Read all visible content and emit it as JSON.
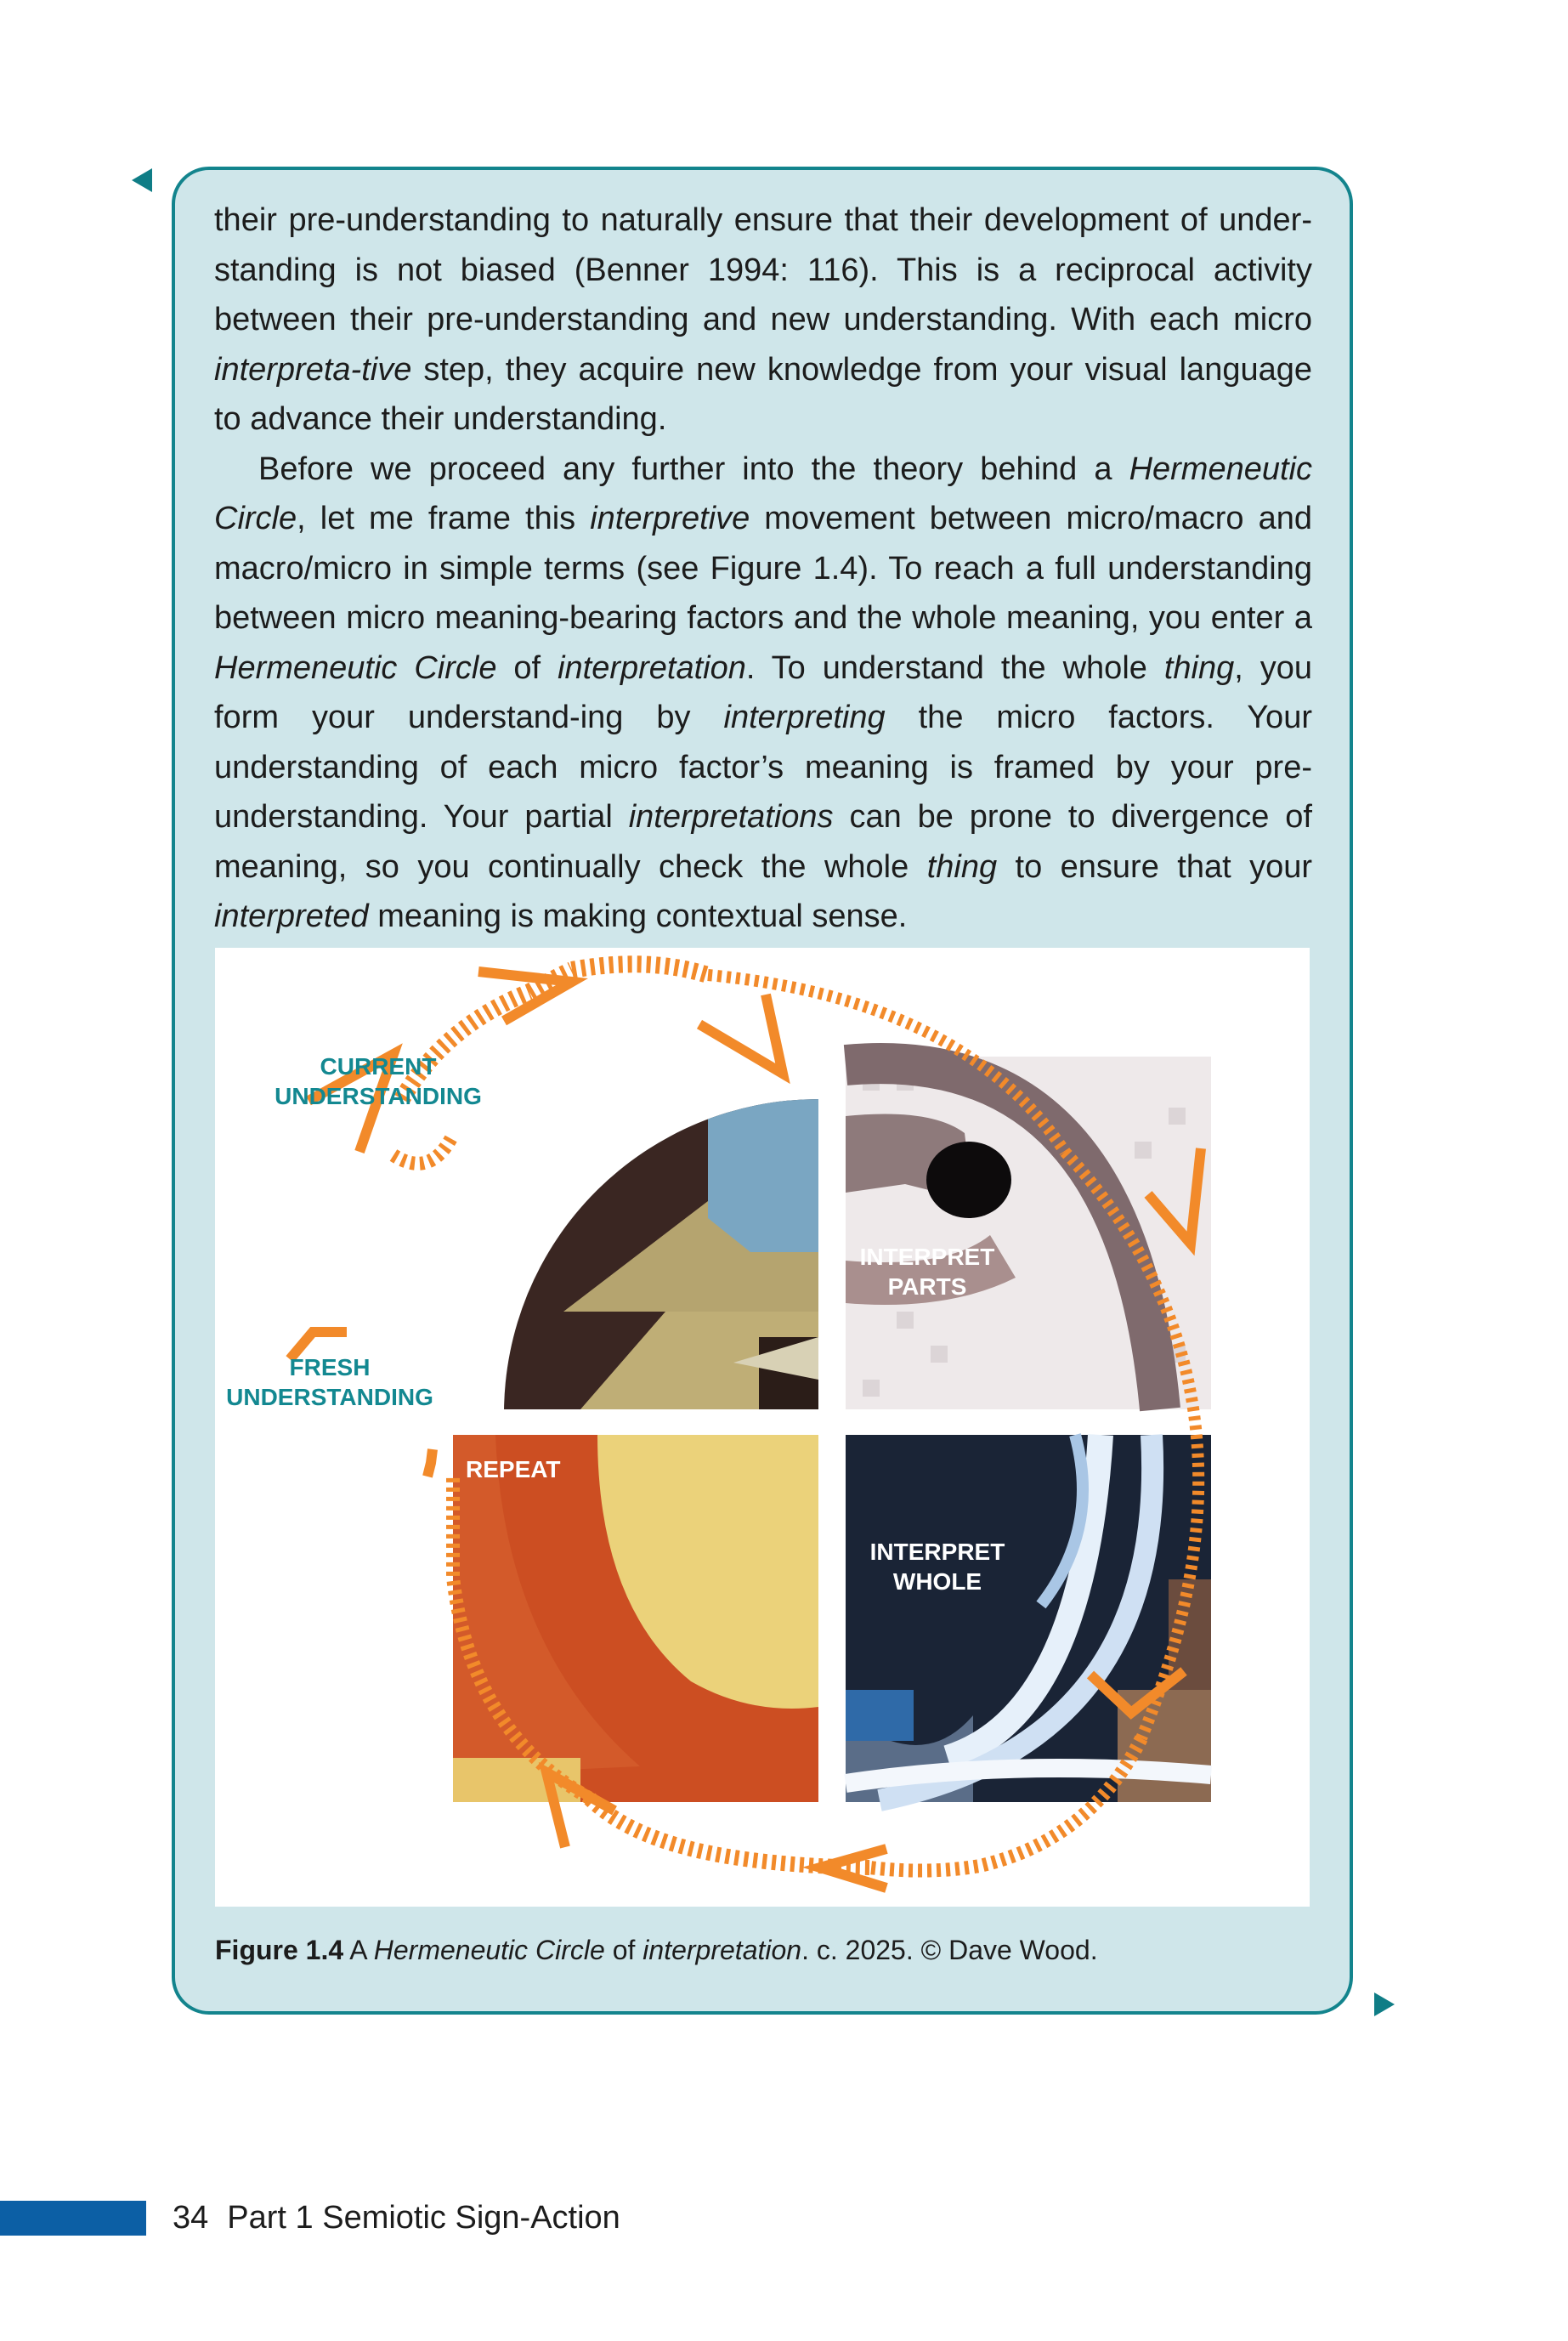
{
  "body": {
    "p1": [
      {
        "t": "their pre-understanding to naturally ensure that their development of under-standing is not biased (Benner 1994: 116). This is a reciprocal activity between their pre-understanding and new understanding. With each micro "
      },
      {
        "t": "interpreta-tive",
        "i": true
      },
      {
        "t": " step, they acquire new knowledge from your visual language to advance their understanding."
      }
    ],
    "p2": [
      {
        "t": "Before we proceed any further into the theory behind a "
      },
      {
        "t": "Hermeneutic Circle",
        "i": true
      },
      {
        "t": ", let me frame this "
      },
      {
        "t": "interpretive",
        "i": true
      },
      {
        "t": " movement between micro/macro and macro/micro in simple terms (see Figure 1.4). To reach a full understanding between micro meaning-bearing factors and the whole meaning, you enter a "
      },
      {
        "t": "Hermeneutic Circle",
        "i": true
      },
      {
        "t": " of "
      },
      {
        "t": "interpretation",
        "i": true
      },
      {
        "t": ". To understand the whole "
      },
      {
        "t": "thing",
        "i": true
      },
      {
        "t": ", you form your understand-ing by "
      },
      {
        "t": "interpreting",
        "i": true
      },
      {
        "t": " the micro factors. Your understanding of each micro factor’s meaning is framed by your pre-understanding. Your partial "
      },
      {
        "t": "interpretations",
        "i": true
      },
      {
        "t": " can be prone to divergence of meaning, so you continually check the whole "
      },
      {
        "t": "thing",
        "i": true
      },
      {
        "t": " to ensure that your "
      },
      {
        "t": "interpreted",
        "i": true
      },
      {
        "t": " meaning is making contextual sense."
      }
    ]
  },
  "figure": {
    "labels": {
      "current_1": "CURRENT",
      "current_2": "UNDERSTANDING",
      "fresh_1": "FRESH",
      "fresh_2": "UNDERSTANDING",
      "parts_1": "INTERPRET",
      "parts_2": "PARTS",
      "repeat": "REPEAT",
      "whole_1": "INTERPRET",
      "whole_2": "WHOLE"
    },
    "colors": {
      "arrow": "#f28a2a",
      "label_teal": "#138891",
      "label_white": "#ffffff"
    }
  },
  "caption": [
    {
      "t": "Figure 1.4",
      "b": true
    },
    {
      "t": "  A "
    },
    {
      "t": "Hermeneutic Circle",
      "i": true
    },
    {
      "t": " of "
    },
    {
      "t": "interpretation",
      "i": true
    },
    {
      "t": ". c. 2025. © Dave Wood."
    }
  ],
  "footer": {
    "page_number": "34",
    "section": "Part 1  Semiotic Sign-Action"
  }
}
